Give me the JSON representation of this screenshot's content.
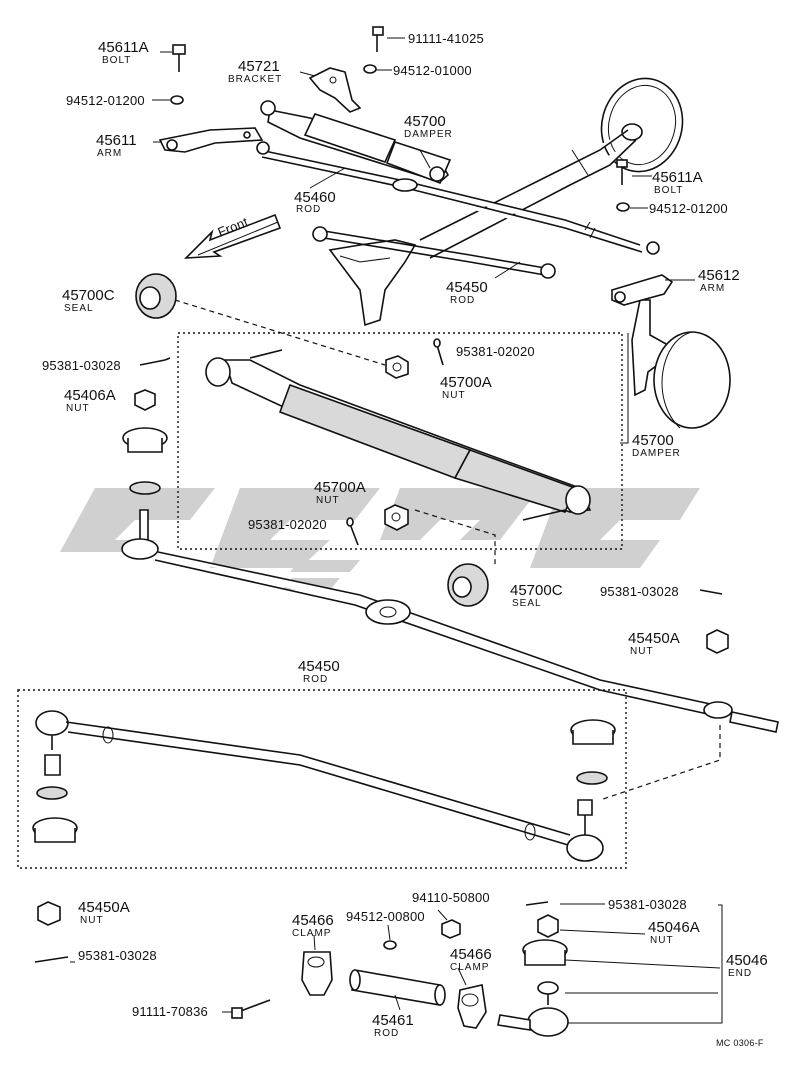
{
  "labels": {
    "bolt_45611a_top": {
      "num": "45611A",
      "name": "BOLT"
    },
    "bolt_91111_41025": {
      "num": "91111-41025"
    },
    "bracket_45721": {
      "num": "45721",
      "name": "BRACKET"
    },
    "washer_94512_01000": {
      "num": "94512-01000"
    },
    "washer_94512_01200_top": {
      "num": "94512-01200"
    },
    "damper_45700_top": {
      "num": "45700",
      "name": "DAMPER"
    },
    "arm_45611": {
      "num": "45611",
      "name": "ARM"
    },
    "rod_45460": {
      "num": "45460",
      "name": "ROD"
    },
    "bolt_45611a_right": {
      "num": "45611A",
      "name": "BOLT"
    },
    "washer_94512_01200_right": {
      "num": "94512-01200"
    },
    "front_arrow": {
      "text": "Front"
    },
    "rod_45450_top": {
      "num": "45450",
      "name": "ROD"
    },
    "arm_45612": {
      "num": "45612",
      "name": "ARM"
    },
    "seal_45700c_top": {
      "num": "45700C",
      "name": "SEAL"
    },
    "pin_95381_03028_left": {
      "num": "95381-03028"
    },
    "pin_95381_02020_top": {
      "num": "95381-02020"
    },
    "nut_45700a_top": {
      "num": "45700A",
      "name": "NUT"
    },
    "nut_45406a": {
      "num": "45406A",
      "name": "NUT"
    },
    "damper_45700_mid": {
      "num": "45700",
      "name": "DAMPER"
    },
    "nut_45700a_mid": {
      "num": "45700A",
      "name": "NUT"
    },
    "pin_95381_02020_mid": {
      "num": "95381-02020"
    },
    "seal_45700c_mid": {
      "num": "45700C",
      "name": "SEAL"
    },
    "pin_95381_03028_right": {
      "num": "95381-03028"
    },
    "nut_45450a_right": {
      "num": "45450A",
      "name": "NUT"
    },
    "rod_45450_mid": {
      "num": "45450",
      "name": "ROD"
    },
    "nut_45450a_bottom": {
      "num": "45450A",
      "name": "NUT"
    },
    "pin_95381_03028_bottom_left": {
      "num": "95381-03028"
    },
    "bolt_91111_70836": {
      "num": "91111-70836"
    },
    "clamp_45466_left": {
      "num": "45466",
      "name": "CLAMP"
    },
    "washer_94512_00800": {
      "num": "94512-00800"
    },
    "nut_94110_50800": {
      "num": "94110-50800"
    },
    "clamp_45466_right": {
      "num": "45466",
      "name": "CLAMP"
    },
    "rod_45461": {
      "num": "45461",
      "name": "ROD"
    },
    "pin_95381_03028_bottom_right": {
      "num": "95381-03028"
    },
    "nut_45046a": {
      "num": "45046A",
      "name": "NUT"
    },
    "end_45046": {
      "num": "45046",
      "name": "END"
    },
    "ref_code": {
      "text": "MC 0306-F"
    }
  },
  "colors": {
    "ink": "#111111",
    "watermark": "#c8c8c8",
    "paper": "#ffffff"
  }
}
